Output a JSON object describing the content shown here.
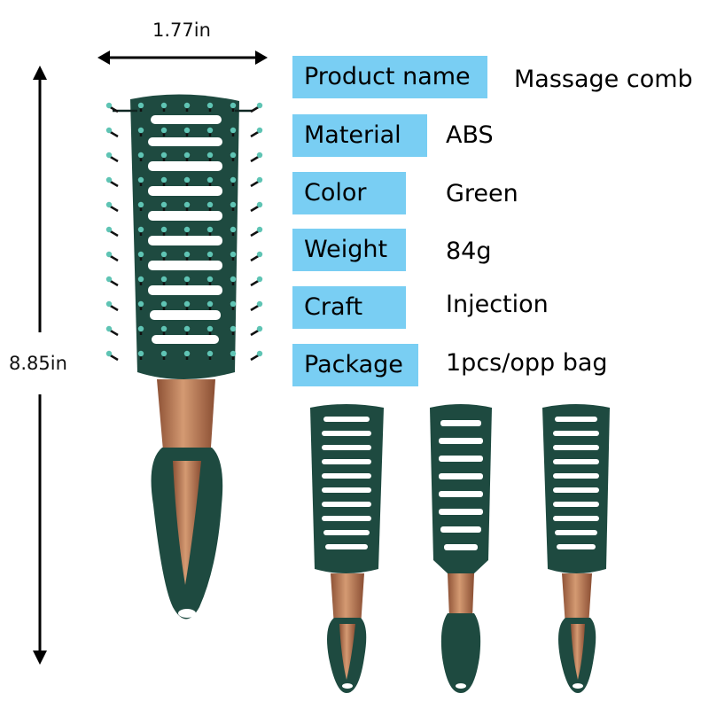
{
  "dimensions": {
    "width_label": "1.77in",
    "height_label": "8.85in"
  },
  "specs": [
    {
      "label": "Product name",
      "value": "Massage comb"
    },
    {
      "label": "Material",
      "value": "ABS"
    },
    {
      "label": "Color",
      "value": "Green"
    },
    {
      "label": "Weight",
      "value": "84g"
    },
    {
      "label": "Craft",
      "value": "Injection"
    },
    {
      "label": "Package",
      "value": "1pcs/opp bag"
    }
  ],
  "colors": {
    "label_background": "#79cef3",
    "brush_green": "#1e4a40",
    "handle_copper": "#b8734e",
    "bristle_tip": "#5fc4b4"
  }
}
